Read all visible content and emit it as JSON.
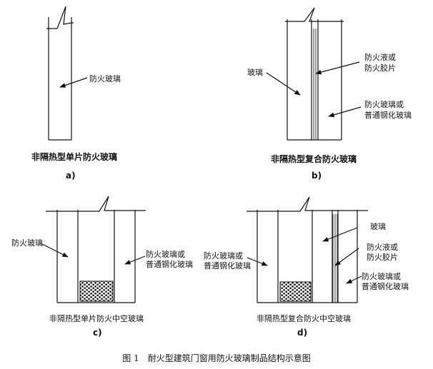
{
  "panels": {
    "a": {
      "labels": [
        "防火玻璃"
      ],
      "title": "非隔热型单片防火玻璃",
      "letter": "a)"
    },
    "b": {
      "labels": [
        "玻璃",
        "防火液或",
        "防火胶片",
        "防火玻璃或",
        "普通钢化玻璃"
      ],
      "title": "非隔热型复合防火玻璃",
      "letter": "b)"
    },
    "c": {
      "labels": [
        "防火玻璃",
        "防火玻璃或",
        "普通钢化玻璃"
      ],
      "title": "非隔热型单片防火中空玻璃",
      "letter": "c)"
    },
    "d": {
      "labels": [
        "玻璃",
        "防火玻璃或",
        "普通钢化玻璃",
        "防火液或",
        "防火胶片",
        "防火玻璃或",
        "普通钢化玻璃"
      ],
      "title": "非隔热型复合防火中空玻璃",
      "letter": "d)"
    }
  },
  "caption": "图 1　耐火型建筑门窗用防火玻璃制品结构示意图"
}
